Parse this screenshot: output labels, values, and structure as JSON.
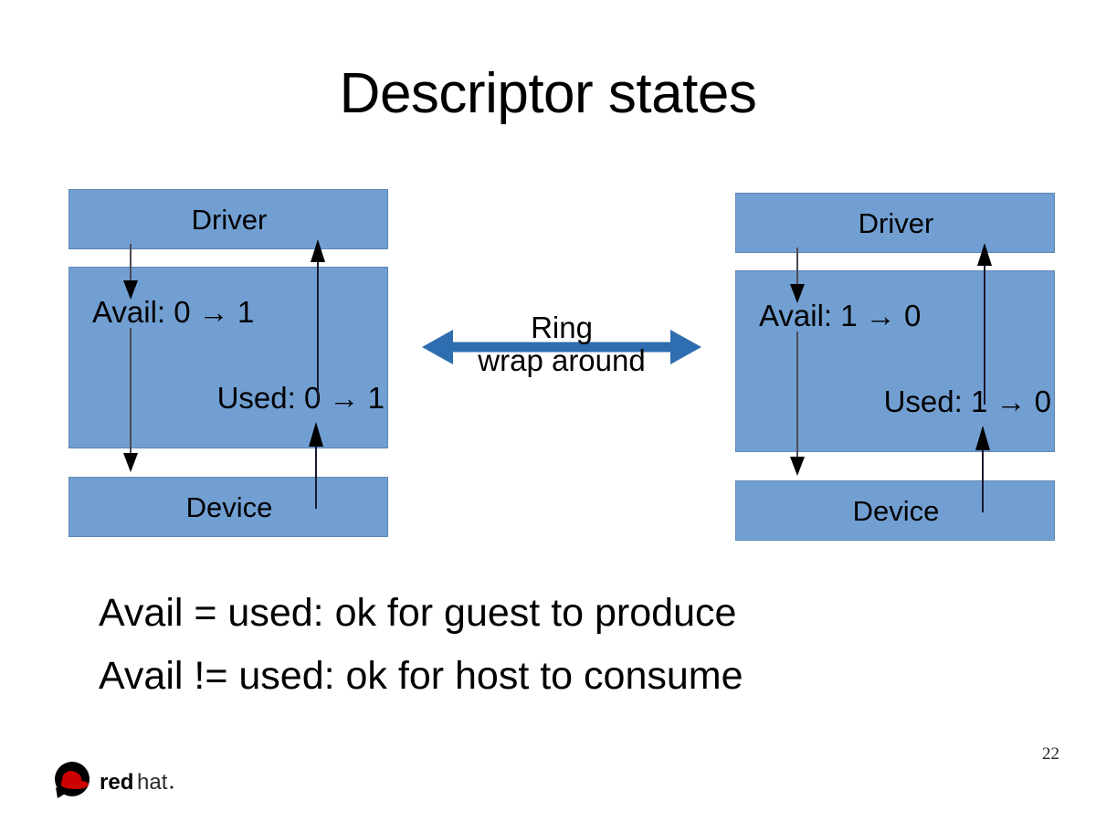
{
  "slide": {
    "title": "Descriptor states",
    "page_number": "22"
  },
  "diagrams": {
    "left": {
      "driver_label": "Driver",
      "avail_state": "Avail: 0 → 1",
      "used_state": "Used: 0 → 1",
      "device_label": "Device"
    },
    "right": {
      "driver_label": "Driver",
      "avail_state": "Avail: 1 → 0",
      "used_state": "Used: 1 → 0",
      "device_label": "Device"
    }
  },
  "ring_connector": {
    "line1": "Ring",
    "line2": "wrap around",
    "arrow_color": "#2E6DAF"
  },
  "bullets": [
    "Avail = used: ok for guest to produce",
    "Avail != used: ok for host to consume"
  ],
  "logo": {
    "word_red": "red",
    "word_hat": "hat",
    "hat_color": "#CC0000",
    "shadow_color": "#000000"
  },
  "colors": {
    "band_fill": "#729FD2",
    "band_border": "#5F87B5",
    "arrow_stroke": "#1A1A2E",
    "text": "#000000",
    "background": "#FFFFFF"
  }
}
